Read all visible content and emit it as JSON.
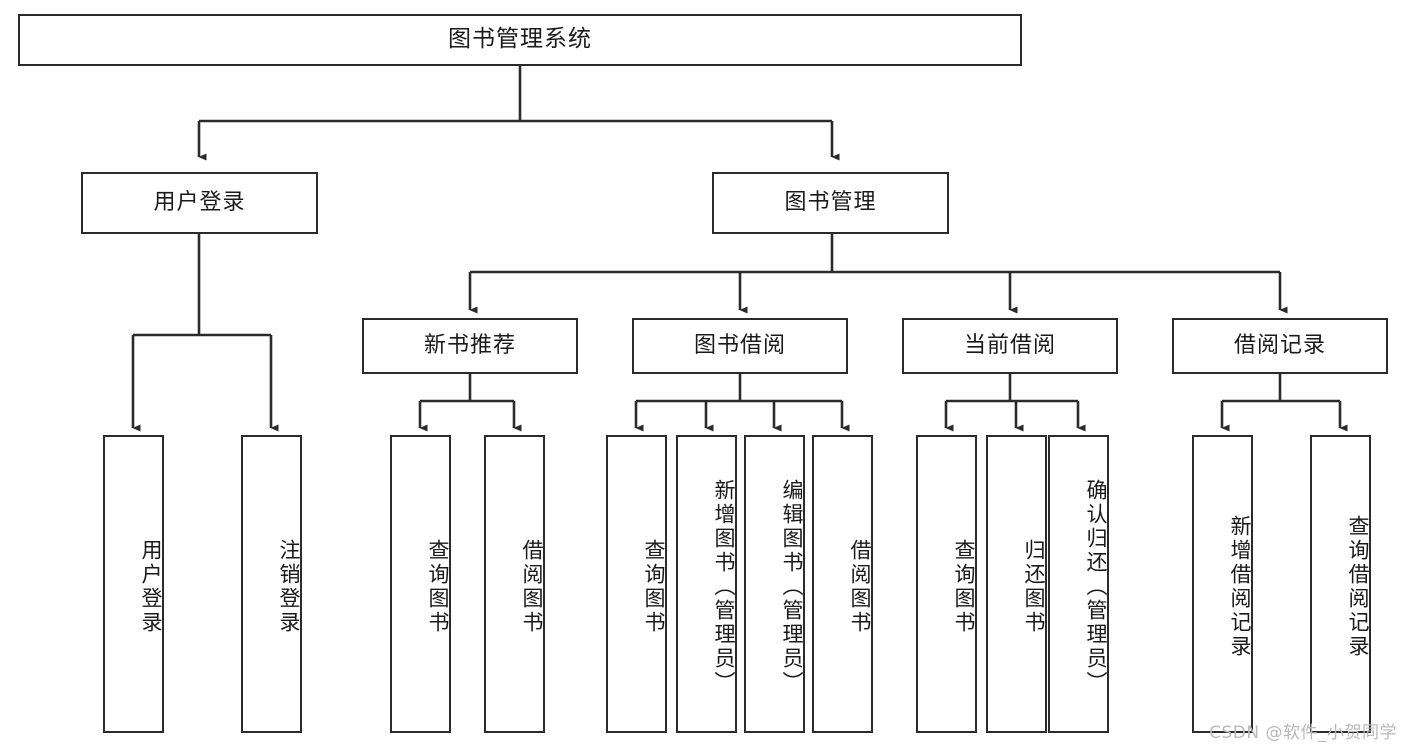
{
  "diagram": {
    "title": "图书管理系统",
    "type": "tree-hierarchy",
    "watermark": "CSDN @软件_小贺同学",
    "colors": {
      "stroke": "#2b2b2b",
      "fill": "#ffffff",
      "text": "#1a1a1a",
      "watermark": "#b9b9b9"
    },
    "nodes": {
      "root": {
        "label": "图书管理系统"
      },
      "level1": [
        {
          "id": "user-login",
          "label": "用户登录"
        },
        {
          "id": "book-manage",
          "label": "图书管理"
        }
      ],
      "level2": [
        {
          "id": "new-book-recommend",
          "label": "新书推荐"
        },
        {
          "id": "book-borrow",
          "label": "图书借阅"
        },
        {
          "id": "current-borrow",
          "label": "当前借阅"
        },
        {
          "id": "borrow-record",
          "label": "借阅记录"
        }
      ],
      "leaves": [
        {
          "id": "leaf-user-login",
          "label": "用户登录",
          "parent": "user-login"
        },
        {
          "id": "leaf-logout",
          "label": "注销登录",
          "parent": "user-login"
        },
        {
          "id": "leaf-query-book-1",
          "label": "查询图书",
          "parent": "new-book-recommend"
        },
        {
          "id": "leaf-borrow-book-1",
          "label": "借阅图书",
          "parent": "new-book-recommend"
        },
        {
          "id": "leaf-query-book-2",
          "label": "查询图书",
          "parent": "book-borrow"
        },
        {
          "id": "leaf-add-book",
          "label": "新增图书（管理员）",
          "parent": "book-borrow"
        },
        {
          "id": "leaf-edit-book",
          "label": "编辑图书（管理员）",
          "parent": "book-borrow"
        },
        {
          "id": "leaf-borrow-book-2",
          "label": "借阅图书",
          "parent": "book-borrow"
        },
        {
          "id": "leaf-query-book-3",
          "label": "查询图书",
          "parent": "current-borrow"
        },
        {
          "id": "leaf-return-book",
          "label": "归还图书",
          "parent": "current-borrow"
        },
        {
          "id": "leaf-confirm-return",
          "label": "确认归还（管理员）",
          "parent": "current-borrow"
        },
        {
          "id": "leaf-add-record",
          "label": "新增借阅记录",
          "parent": "borrow-record"
        },
        {
          "id": "leaf-query-record",
          "label": "查询借阅记录",
          "parent": "borrow-record"
        }
      ]
    }
  }
}
